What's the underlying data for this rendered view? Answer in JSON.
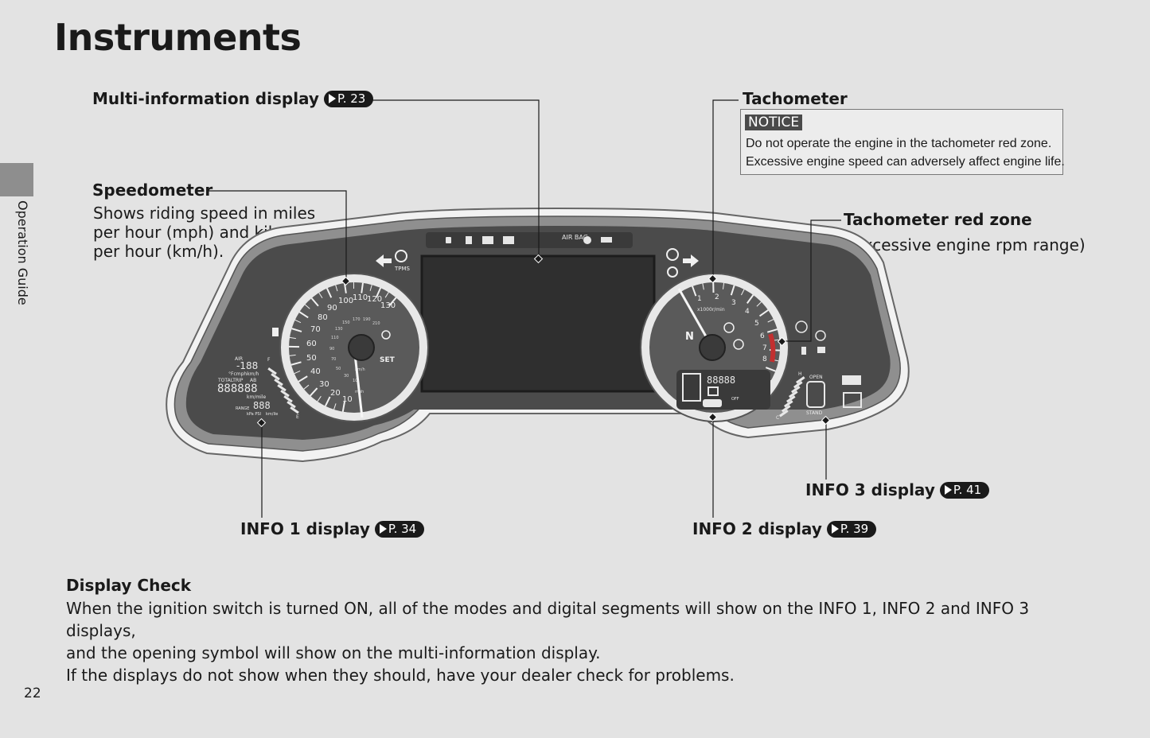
{
  "page": {
    "title": "Instruments",
    "side_label": "Operation Guide",
    "page_number": "22"
  },
  "callouts": {
    "multi_info": {
      "label": "Multi-information display",
      "ref": "P. 23"
    },
    "speedometer": {
      "label": "Speedometer",
      "desc": [
        "Shows riding speed in miles",
        "per hour (mph) and kilometers",
        "per hour (km/h)."
      ]
    },
    "tachometer": {
      "label": "Tachometer"
    },
    "red_zone": {
      "label": "Tachometer red zone",
      "desc": "(excessive engine rpm range)"
    },
    "info1": {
      "label": "INFO 1 display",
      "ref": "P. 34"
    },
    "info2": {
      "label": "INFO 2 display",
      "ref": "P. 39"
    },
    "info3": {
      "label": "INFO 3 display",
      "ref": "P. 41"
    }
  },
  "notice": {
    "tag": "NOTICE",
    "lines": [
      "Do not operate the engine in the tachometer red zone.",
      "Excessive engine speed can adversely affect engine life."
    ]
  },
  "display_check": {
    "title": "Display Check",
    "lines": [
      "When the ignition switch is turned ON, all of the modes and digital segments will show on the INFO 1, INFO 2 and INFO 3 displays,",
      "and the opening symbol will show on the multi-information display.",
      "If the displays do not show when they should, have your dealer check for problems."
    ]
  },
  "cluster": {
    "speedo_outer": [
      "100",
      "110",
      "120",
      "130",
      "90",
      "80",
      "70",
      "60",
      "50",
      "40",
      "30",
      "20",
      "10"
    ],
    "speedo_inner": [
      "170",
      "190",
      "210",
      "150",
      "130",
      "110",
      "90",
      "70",
      "50",
      "30",
      "10"
    ],
    "speedo_units": [
      "km/h",
      "mph"
    ],
    "speedo_set": "SET",
    "tacho_numbers": [
      "1",
      "2",
      "3",
      "4",
      "5",
      "6",
      "7",
      "8"
    ],
    "tacho_unit": "x1000r/min",
    "gear": "N",
    "warning_labels": [
      "TPMS",
      "AIR BAG"
    ],
    "info1_texts": [
      "AIR",
      "-188",
      "°Fcmphkm/h",
      "TOTALTRIP",
      "AB",
      "888888",
      "km/mile",
      "888",
      "RANGE",
      "kPa PSI",
      "km/ile",
      "F",
      "E"
    ],
    "info2_segments": "88888",
    "info2_small": [
      "OFF"
    ],
    "info3_texts": [
      "OPEN",
      "STAND",
      "H",
      "C"
    ],
    "colors": {
      "bezel": "#9a9a9a",
      "face": "#4b4b4b",
      "screen": "#2f2f2f",
      "ring": "#e8e8e8"
    }
  }
}
